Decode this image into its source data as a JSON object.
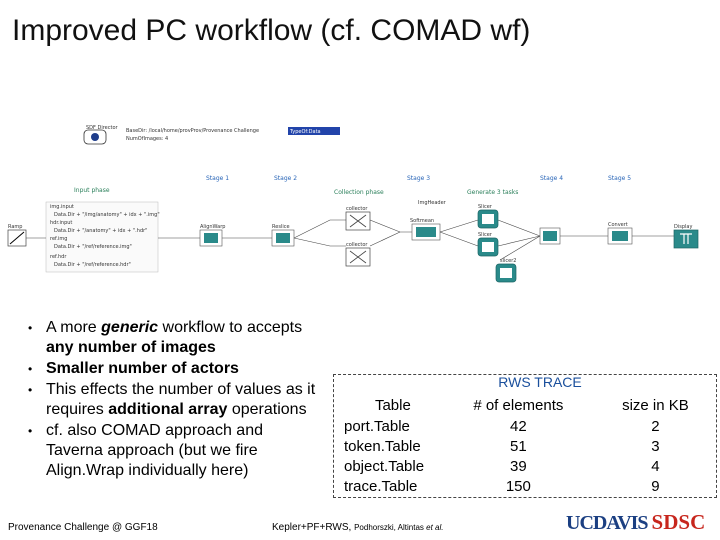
{
  "title": "Improved PC workflow (cf. COMAD wf)",
  "workflow": {
    "director": "SDF Director",
    "params": [
      "BaseDir: /local/home/provProv/Provenance Challenge",
      "NumOfImages: 4"
    ],
    "input_header": "TypeOf:Data",
    "stages": [
      "Stage 1",
      "Stage 2",
      "Stage 3",
      "Stage 4",
      "Stage 5"
    ],
    "phases": [
      "Input phase",
      "Collection phase",
      "Generate 3 tasks"
    ],
    "nodes": {
      "ramp": "Ramp",
      "align": "AlignWarp",
      "reslice": "Reslice",
      "softmean": "Softmean",
      "imgheader": "ImgHeader",
      "collect_a": "collector",
      "collect_b": "collector",
      "slicer_a": "Slicer",
      "slicer_b": "Slicer",
      "slicer_c": "slicer2",
      "convert": "Convert",
      "display": "Display"
    },
    "input_rows": [
      "img.input",
      "Data.Dir + \"/img/anatomy\" + idx + \".img\"",
      "hdr.input",
      "Data.Dir + \"/anatomy\" + idx + \".hdr\"",
      "ref.img",
      "Data.Dir + \"/ref/reference.img\"",
      "ref.hdr",
      "Data.Dir + \"/ref/reference.hdr\""
    ]
  },
  "bullets": [
    {
      "parts": [
        {
          "t": "A more ",
          "s": "n"
        },
        {
          "t": "generic",
          "s": "bi"
        },
        {
          "t": " workflow to accepts ",
          "s": "n"
        },
        {
          "t": "any number of images",
          "s": "b"
        }
      ]
    },
    {
      "parts": [
        {
          "t": "Smaller number of actors",
          "s": "b"
        }
      ]
    },
    {
      "parts": [
        {
          "t": "This effects the number of values as it requires ",
          "s": "n"
        },
        {
          "t": "additional array",
          "s": "b"
        },
        {
          "t": " operations",
          "s": "n"
        }
      ]
    },
    {
      "parts": [
        {
          "t": "cf. also COMAD approach and Taverna approach (but we fire Align.Wrap individually here)",
          "s": "n"
        }
      ]
    }
  ],
  "bullet_glyph": "•",
  "rws": {
    "title": "RWS TRACE",
    "headers": [
      "Table",
      "# of elements",
      "size in KB"
    ],
    "rows": [
      [
        "port.Table",
        "42",
        "2"
      ],
      [
        "token.Table",
        "51",
        "3"
      ],
      [
        "object.Table",
        "39",
        "4"
      ],
      [
        "trace.Table",
        "150",
        "9"
      ]
    ]
  },
  "footer": {
    "left": "Provenance Challenge @ GGF18",
    "mid_prefix": "Kepler+PF+RWS,",
    "mid_authors": "Podhorszki, Altintas ",
    "mid_etal": "et al."
  },
  "logos": {
    "ucdavis": "UCDAVIS",
    "sdsc": "SDSC"
  },
  "colors": {
    "title": "#111111",
    "rws_title": "#1a4f9c",
    "ucdavis": "#1b3f82",
    "sdsc": "#c7261d",
    "actor": "#2a8a8a"
  }
}
